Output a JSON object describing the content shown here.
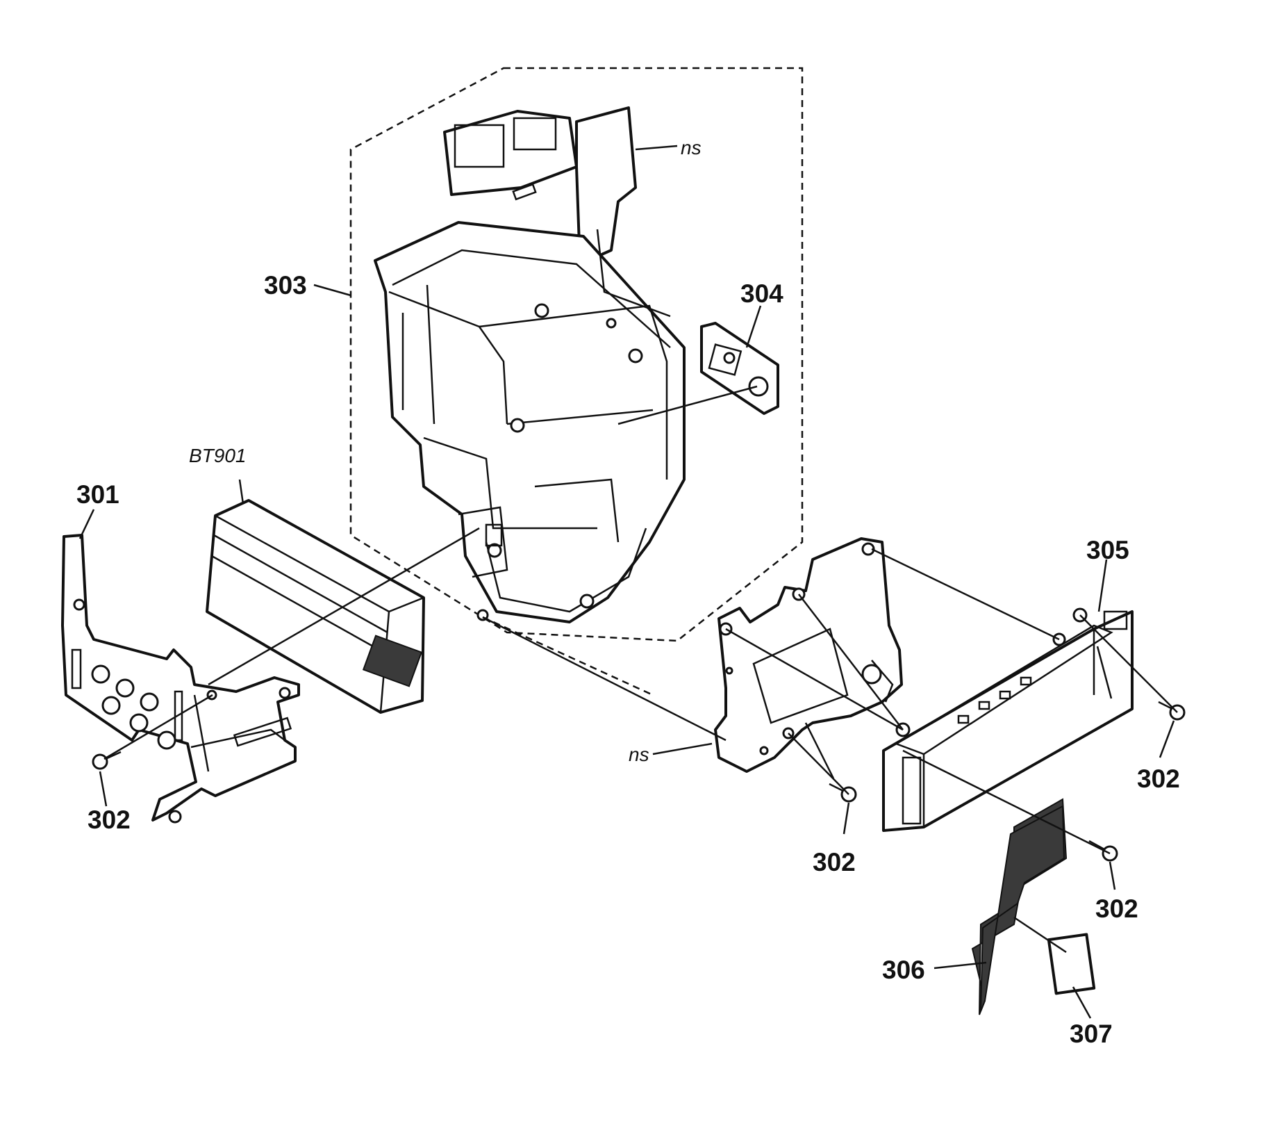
{
  "labels": {
    "l301": "301",
    "l302a": "302",
    "l302b": "302",
    "l302c": "302",
    "l302d": "302",
    "l303": "303",
    "l304": "304",
    "l305": "305",
    "l306": "306",
    "l307": "307",
    "bt901": "BT901",
    "ns_top": "ns",
    "ns_mid": "ns"
  }
}
